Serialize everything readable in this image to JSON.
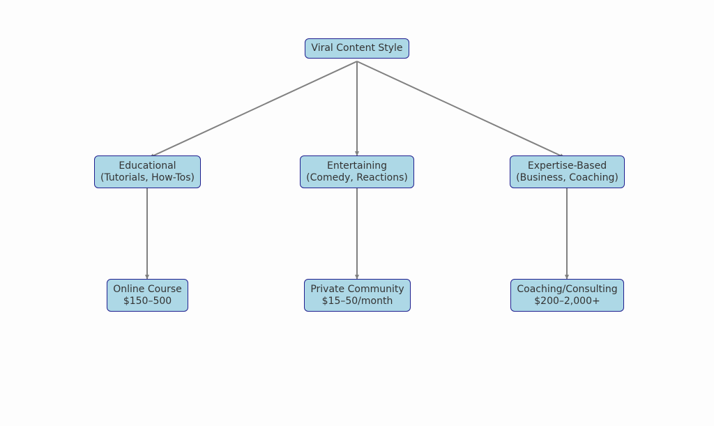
{
  "diagram": {
    "root": {
      "label": "Viral Content Style"
    },
    "categories": [
      {
        "line1": "Educational",
        "line2": "(Tutorials, How-Tos)"
      },
      {
        "line1": "Entertaining",
        "line2": "(Comedy, Reactions)"
      },
      {
        "line1": "Expertise-Based",
        "line2": "(Business, Coaching)"
      }
    ],
    "offerings": [
      {
        "line1": "Online Course",
        "line2": "$150–500"
      },
      {
        "line1": "Private Community",
        "line2": "$15–50/month"
      },
      {
        "line1": "Coaching/Consulting",
        "line2": "$200–2,000+"
      }
    ],
    "colors": {
      "node_fill": "#add8e6",
      "node_border": "#1f1f8f",
      "edge": "#808080",
      "text": "#333333",
      "background": "#fdfdfd"
    }
  }
}
